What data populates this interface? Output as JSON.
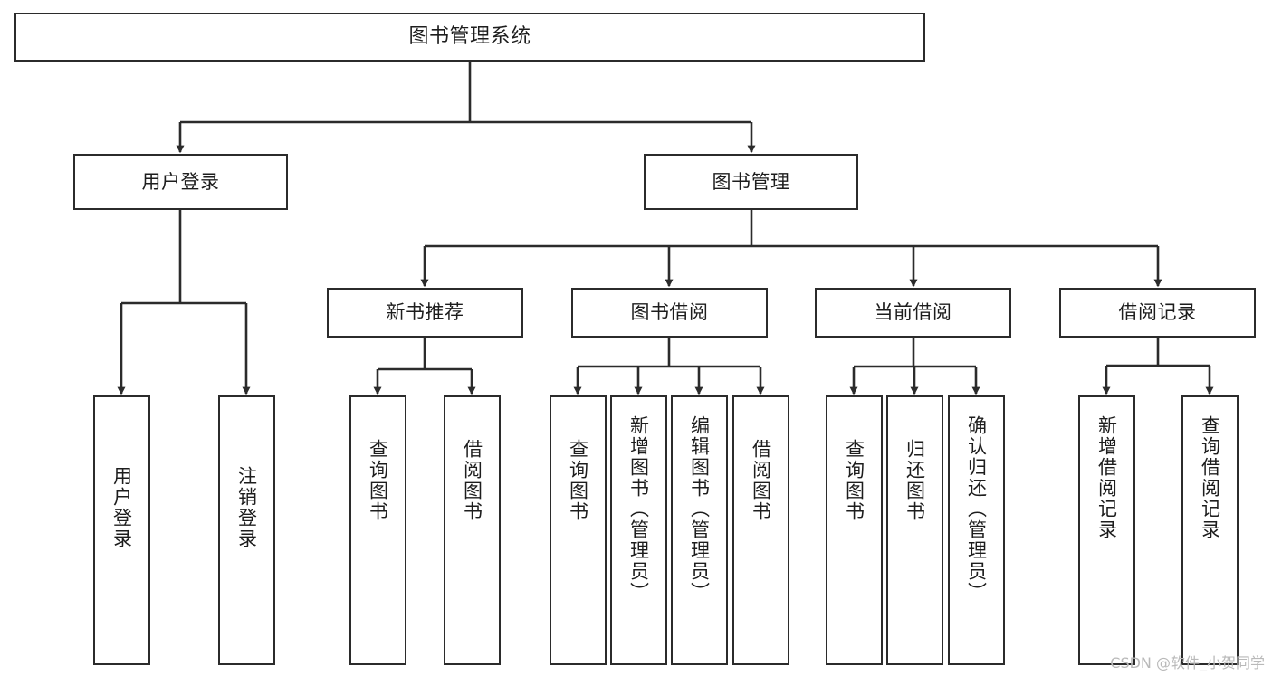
{
  "diagram": {
    "type": "tree",
    "title": "图书管理系统",
    "orientation": "top-down",
    "levels": 4,
    "colors": {
      "stroke": "#2b2b2b",
      "fill": "#ffffff",
      "text": "#1d1d1d",
      "watermark": "#b9b9b9"
    },
    "root": {
      "label": "图书管理系统"
    },
    "level2": [
      {
        "label": "用户登录"
      },
      {
        "label": "图书管理"
      }
    ],
    "level3": [
      {
        "label": "新书推荐"
      },
      {
        "label": "图书借阅"
      },
      {
        "label": "当前借阅"
      },
      {
        "label": "借阅记录"
      }
    ],
    "leaves": {
      "user_login": [
        {
          "label": "用户登录"
        },
        {
          "label": "注销登录"
        }
      ],
      "new_book_recommend": [
        {
          "label": "查询图书"
        },
        {
          "label": "借阅图书"
        }
      ],
      "book_borrow": [
        {
          "label": "查询图书"
        },
        {
          "label": "新增图书（管理员）"
        },
        {
          "label": "编辑图书（管理员）"
        },
        {
          "label": "借阅图书"
        }
      ],
      "current_borrow": [
        {
          "label": "查询图书"
        },
        {
          "label": "归还图书"
        },
        {
          "label": "确认归还（管理员）"
        }
      ],
      "borrow_record": [
        {
          "label": "新增借阅记录"
        },
        {
          "label": "查询借阅记录"
        }
      ]
    }
  },
  "watermark": {
    "text": "CSDN @软件_小贺同学"
  }
}
